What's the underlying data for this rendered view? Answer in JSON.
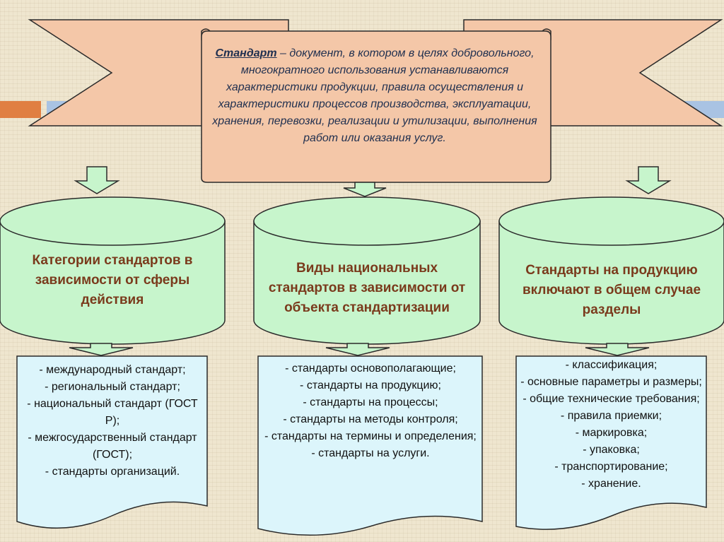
{
  "definition": {
    "term": "Стандарт",
    "text": " – документ, в котором в целях добровольного, многократного использования устанавливаются характеристики продукции, правила осуществления и характеристики процессов производства, эксплуатации, хранения, перевозки, реализации и утилизации, выполнения работ или оказания услуг."
  },
  "categories": [
    {
      "title": "Категории стандартов в зависимости от сферы действия",
      "items": [
        "- международный стандарт;",
        "- региональный стандарт;",
        "- национальный стандарт (ГОСТ Р);",
        "- межгосударственный стандарт (ГОСТ);",
        "- стандарты организаций."
      ]
    },
    {
      "title": "Виды национальных стандартов в зависимости от объекта стандартизации",
      "items": [
        "- стандарты основополагающие;",
        "- стандарты на продукцию;",
        "- стандарты на процессы;",
        "- стандарты на методы контроля;",
        "- стандарты на термины и определения;",
        "- стандарты на услуги."
      ]
    },
    {
      "title": "Стандарты на продукцию включают в общем случае разделы",
      "items": [
        "- классификация;",
        "- основные параметры и размеры;",
        "- общие технические требования;",
        "- правила приемки;",
        "- маркировка;",
        "- упаковка;",
        "- транспортирование;",
        "- хранение."
      ]
    }
  ],
  "colors": {
    "banner_fill": "#f4c7a8",
    "cylinder_fill": "#c7f5cc",
    "list_fill": "#dcf5fb",
    "arrow_fill": "#c7f5cc",
    "stripe_orange": "#e07f42",
    "stripe_blue": "#a9c3e3"
  }
}
